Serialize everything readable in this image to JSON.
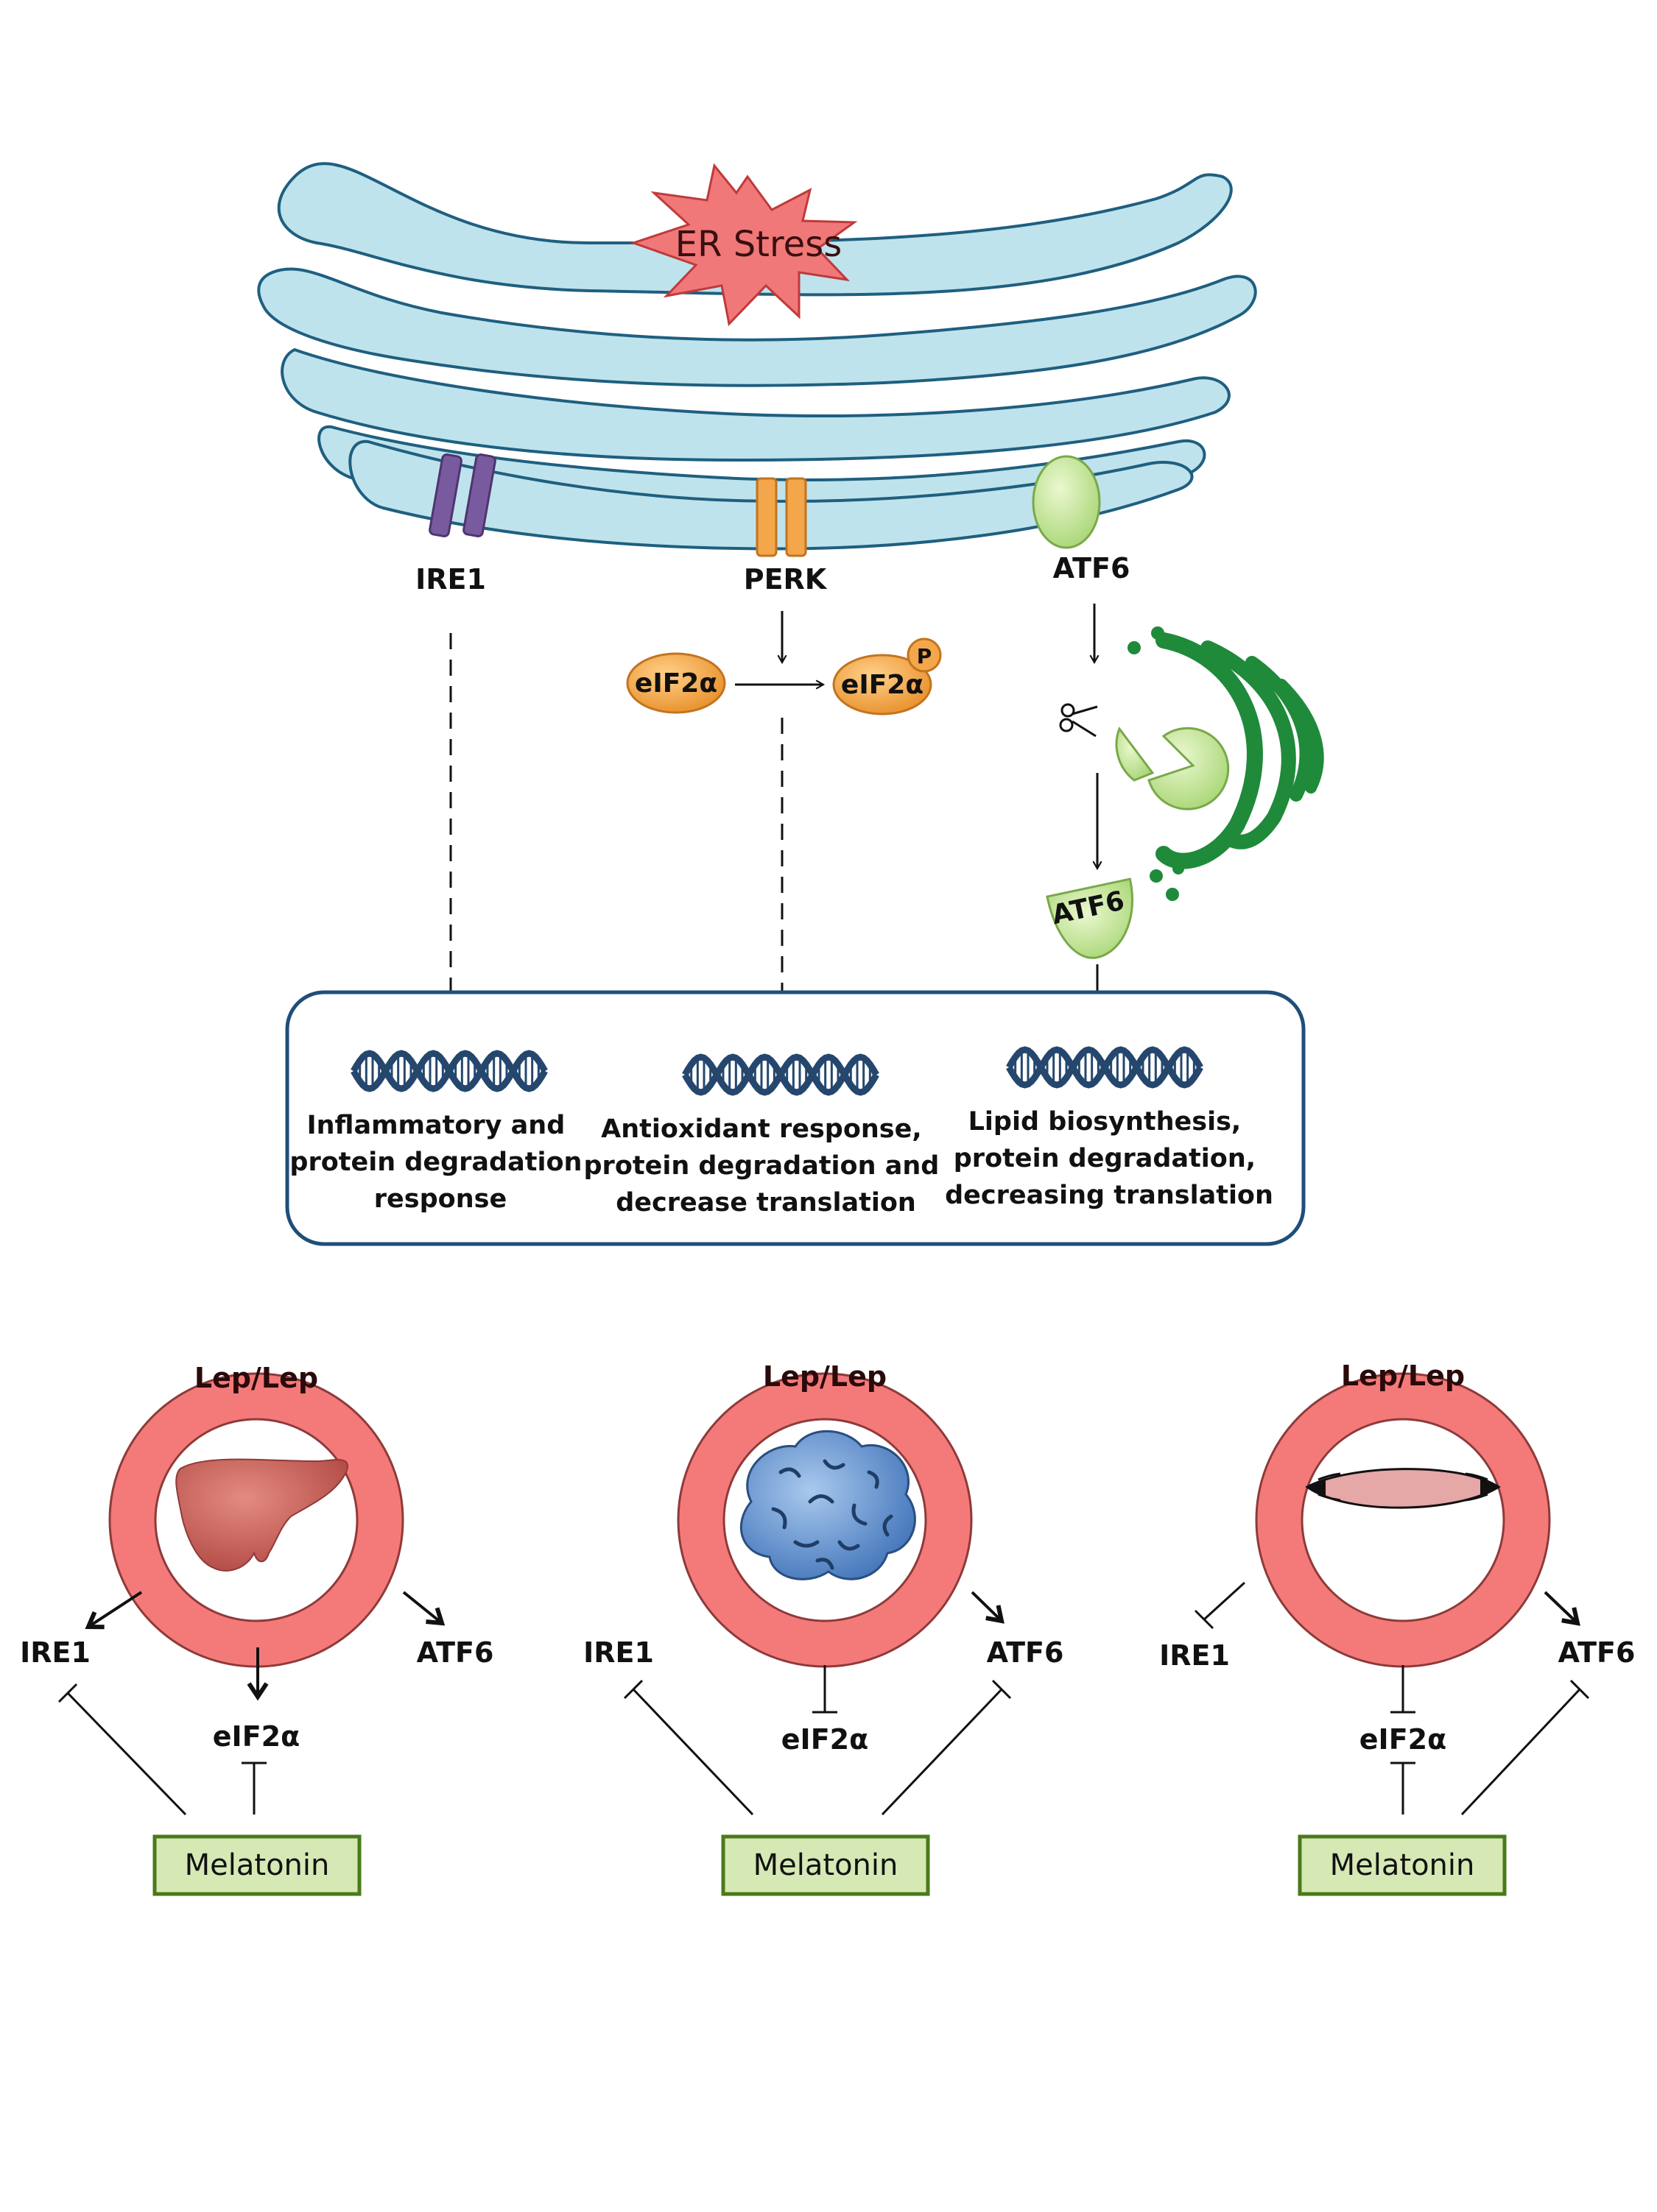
{
  "er": {
    "stress_label": "ER Stress",
    "sensors": {
      "ire1": "IRE1",
      "perk": "PERK",
      "atf6": "ATF6"
    }
  },
  "perk_path": {
    "eif2a": "eIF2α",
    "eif2a_p": "eIF2α",
    "phospho": "P"
  },
  "atf6_path": {
    "cleaved_label": "ATF6"
  },
  "responses": [
    {
      "lines": [
        "Inflammatory and",
        "protein degradation",
        "response"
      ]
    },
    {
      "lines": [
        "Antioxidant response,",
        "protein degradation  and",
        "decrease translation"
      ]
    },
    {
      "lines": [
        "Lipid biosynthesis,",
        "protein degradation,",
        "decreasing translation"
      ]
    }
  ],
  "panels": [
    {
      "tissue": "liver",
      "ring_label": "Lep/Lep",
      "ire1": "IRE1",
      "atf6": "ATF6",
      "eif2a": "eIF2α",
      "melatonin": "Melatonin"
    },
    {
      "tissue": "adipose",
      "ring_label": "Lep/Lep",
      "ire1": "IRE1",
      "atf6": "ATF6",
      "eif2a": "eIF2α",
      "melatonin": "Melatonin"
    },
    {
      "tissue": "muscle",
      "ring_label": "Lep/Lep",
      "ire1": "IRE1",
      "atf6": "ATF6",
      "eif2a": "eIF2α",
      "melatonin": "Melatonin"
    }
  ],
  "colors": {
    "er_fill": "#bfe3ec",
    "er_stroke": "#1f5f80",
    "ire1": "#7a5a9e",
    "perk": "#f4a64a",
    "atf6": "#c8e89a",
    "golgi": "#1f8a3a",
    "eif2a": "#f2a13a",
    "box_stroke": "#1f4e79",
    "dna": "#25476e",
    "ring": "#f47a7a",
    "ring_stroke": "#8e3a3a",
    "melatonin_fill": "#d6e8b4",
    "melatonin_stroke": "#4a7a1a",
    "er_stress_fill": "#f07878"
  }
}
